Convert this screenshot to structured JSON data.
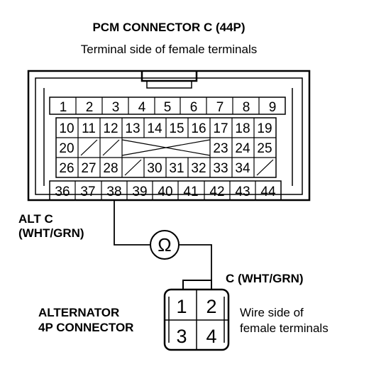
{
  "connector": {
    "title": "PCM CONNECTOR C (44P)",
    "subtitle": "Terminal side of female terminals",
    "row1": [
      "1",
      "2",
      "3",
      "4",
      "5",
      "6",
      "7",
      "8",
      "9"
    ],
    "row2": [
      "10",
      "11",
      "12",
      "13",
      "14",
      "15",
      "16",
      "17",
      "18",
      "19"
    ],
    "row3": [
      "20",
      "23",
      "24",
      "25"
    ],
    "row4": [
      "26",
      "27",
      "28",
      "30",
      "31",
      "32",
      "33",
      "34"
    ],
    "row5": [
      "36",
      "37",
      "38",
      "39",
      "40",
      "41",
      "42",
      "43",
      "44"
    ]
  },
  "wire_left": {
    "line1": "ALT C",
    "line2": "(WHT/GRN)"
  },
  "wire_right": {
    "label": "C (WHT/GRN)"
  },
  "meter": {
    "symbol": "Ω"
  },
  "alternator": {
    "line1": "ALTERNATOR",
    "line2": "4P CONNECTOR",
    "pins": [
      "1",
      "2",
      "3",
      "4"
    ]
  },
  "wire_side": {
    "line1": "Wire side of",
    "line2": "female terminals"
  }
}
